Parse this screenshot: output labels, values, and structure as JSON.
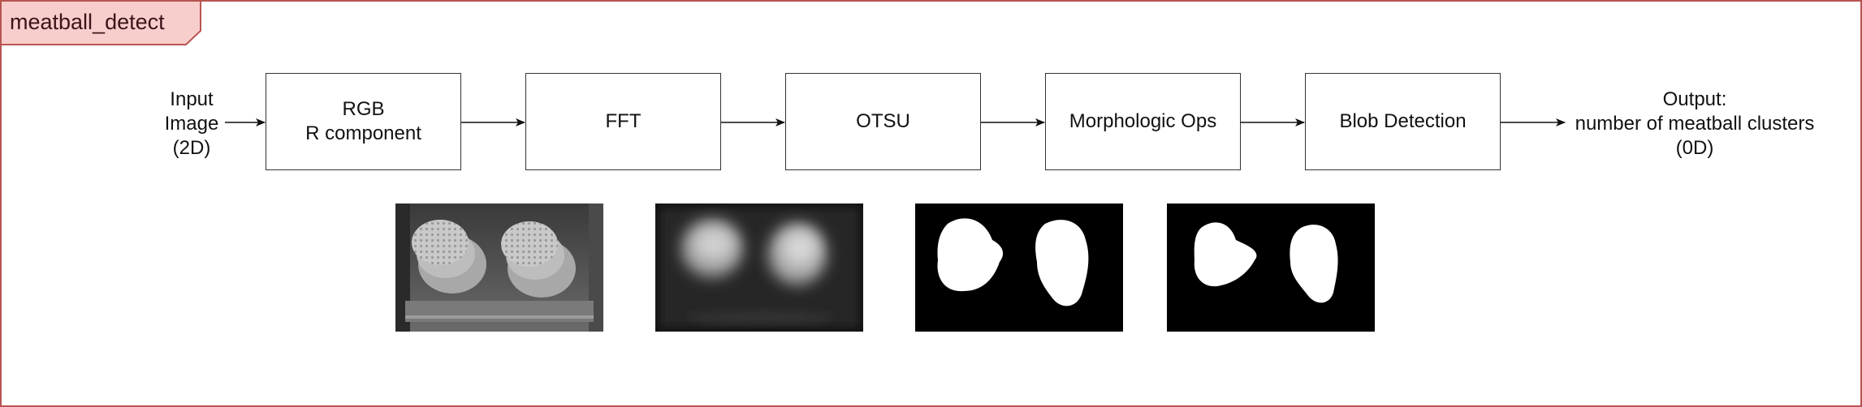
{
  "diagram": {
    "title": "meatball_detect",
    "input_label": "Input\nImage\n(2D)",
    "steps": [
      {
        "label": "RGB\nR component"
      },
      {
        "label": "FFT"
      },
      {
        "label": "OTSU"
      },
      {
        "label": "Morphologic Ops"
      },
      {
        "label": "Blob Detection"
      }
    ],
    "output_label": "Output:\nnumber of meatball clusters\n(0D)",
    "thumbnails": [
      "grayscale-meatballs-image",
      "fft-filtered-image",
      "otsu-binary-mask",
      "morphology-binary-mask"
    ]
  },
  "colors": {
    "frame_border": "#b85450",
    "tab_fill": "#f8cecc"
  }
}
